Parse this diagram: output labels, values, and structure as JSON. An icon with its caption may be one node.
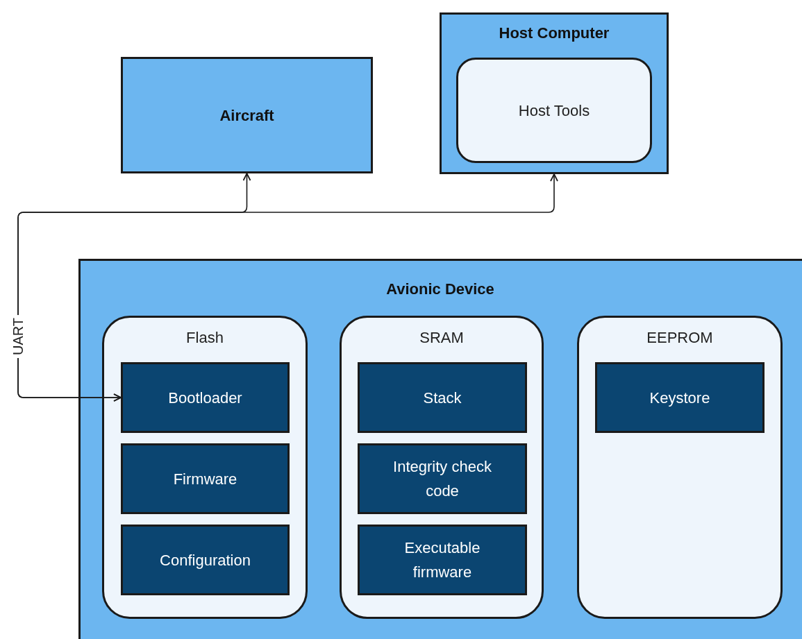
{
  "diagram": {
    "nodes": [
      {
        "text": [
          "Aircraft"
        ]
      },
      {
        "text": [
          "Host Computer"
        ]
      },
      {
        "text": [
          "Host Tools"
        ],
        "in": 1
      },
      {
        "text": [
          "Avionic Device"
        ]
      },
      {
        "text": [
          "Flash"
        ],
        "in": 3
      },
      {
        "text": [
          "Bootloader"
        ],
        "in": 4
      },
      {
        "text": [
          "Firmware"
        ],
        "in": 4
      },
      {
        "text": [
          "Configuration"
        ],
        "in": 4
      },
      {
        "text": [
          "SRAM"
        ],
        "in": 3
      },
      {
        "text": [
          "Stack"
        ],
        "in": 8
      },
      {
        "text": [
          "Integrity check code"
        ],
        "in": 8
      },
      {
        "text": [
          "Executable firmware"
        ],
        "in": 8
      },
      {
        "text": [
          "EEPROM"
        ],
        "in": 3
      },
      {
        "text": [
          "Keystore"
        ],
        "in": 12
      }
    ],
    "edges": [
      {
        "from": 0,
        "to": 5,
        "arrow": "both",
        "label": "UART"
      },
      {
        "from": 1,
        "to": 5,
        "arrow": "both"
      }
    ]
  }
}
